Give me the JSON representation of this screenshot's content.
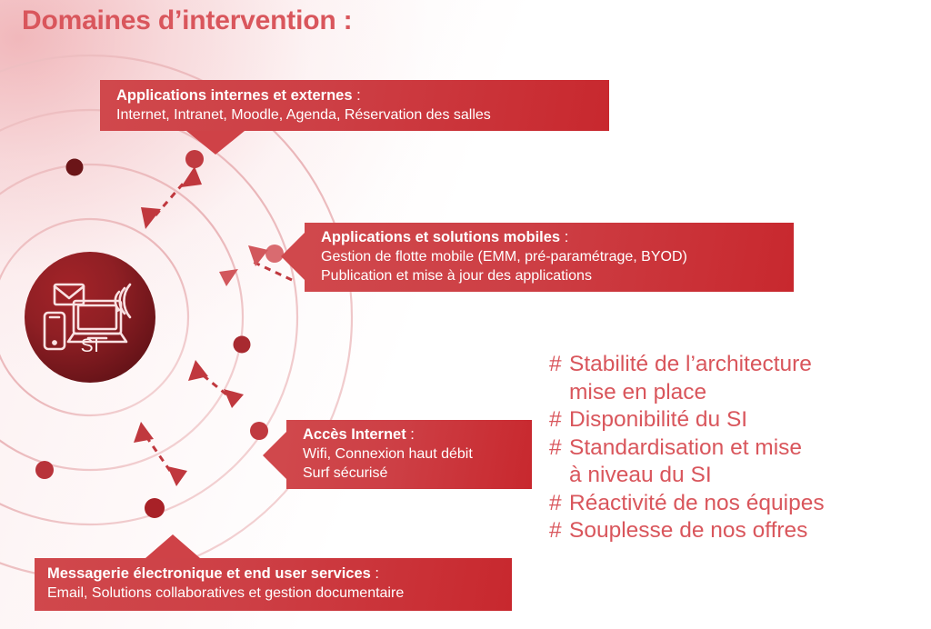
{
  "page": {
    "title": "Domaines d’intervention :",
    "accent_red": "#cf4247",
    "light_red": "#d9565c",
    "dark_circle_red": "#6d151a"
  },
  "center_node": {
    "label": "SI",
    "icons": [
      "envelope-icon",
      "smartphone-icon",
      "laptop-icon",
      "wifi-signal-icon"
    ]
  },
  "callouts": [
    {
      "id": "apps",
      "title": "Applications internes et externes",
      "title_colon": " :",
      "lines": [
        "Internet, Intranet, Moodle, Agenda, Réservation des salles"
      ]
    },
    {
      "id": "mobiles",
      "title": "Applications et solutions mobiles",
      "title_colon": " :",
      "lines": [
        "Gestion de flotte mobile (EMM, pré-paramétrage, BYOD)",
        "Publication et mise à jour des applications"
      ]
    },
    {
      "id": "internet",
      "title": "Accès Internet",
      "title_colon": " :",
      "lines": [
        "Wifi, Connexion haut débit",
        "Surf sécurisé"
      ]
    },
    {
      "id": "messagerie",
      "title": "Messagerie électronique et end user services",
      "title_colon": " :",
      "lines": [
        "Email, Solutions collaboratives et gestion documentaire"
      ]
    }
  ],
  "benefits": {
    "marker": "#",
    "items": [
      {
        "line1": "Stabilité de l’architecture",
        "line2": "mise en place"
      },
      {
        "line1": "Disponibilité du SI",
        "line2": ""
      },
      {
        "line1": "Standardisation et mise",
        "line2": "à niveau du SI"
      },
      {
        "line1": "Réactivité de nos équipes",
        "line2": ""
      },
      {
        "line1": "Souplesse de nos offres",
        "line2": ""
      }
    ]
  }
}
